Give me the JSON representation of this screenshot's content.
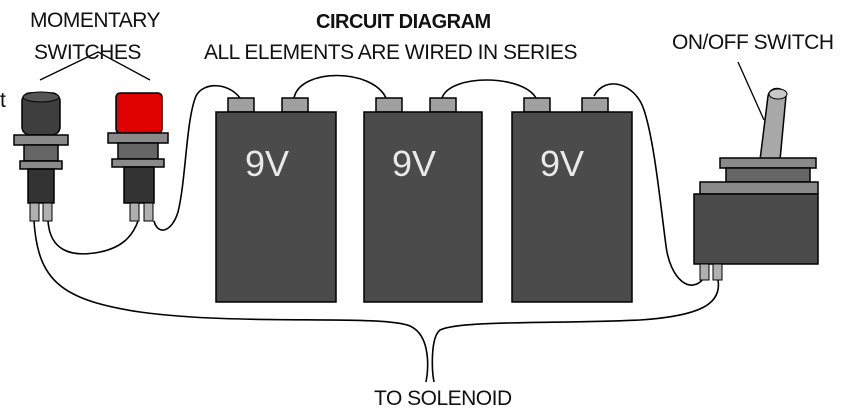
{
  "labels": {
    "momentary_line1": "MOMENTARY",
    "momentary_line2": "SWITCHES",
    "title": "CIRCUIT DIAGRAM",
    "subtitle": "ALL ELEMENTS ARE WIRED IN SERIES",
    "onoff": "ON/OFF SWITCH",
    "solenoid": "TO SOLENOID",
    "stray": "t"
  },
  "batteries": [
    {
      "voltage": "9V"
    },
    {
      "voltage": "9V"
    },
    {
      "voltage": "9V"
    }
  ],
  "colors": {
    "body": "#4b4b4b",
    "red_button": "#e00000",
    "terminal": "#a0a0a0",
    "wire": "#000000"
  }
}
